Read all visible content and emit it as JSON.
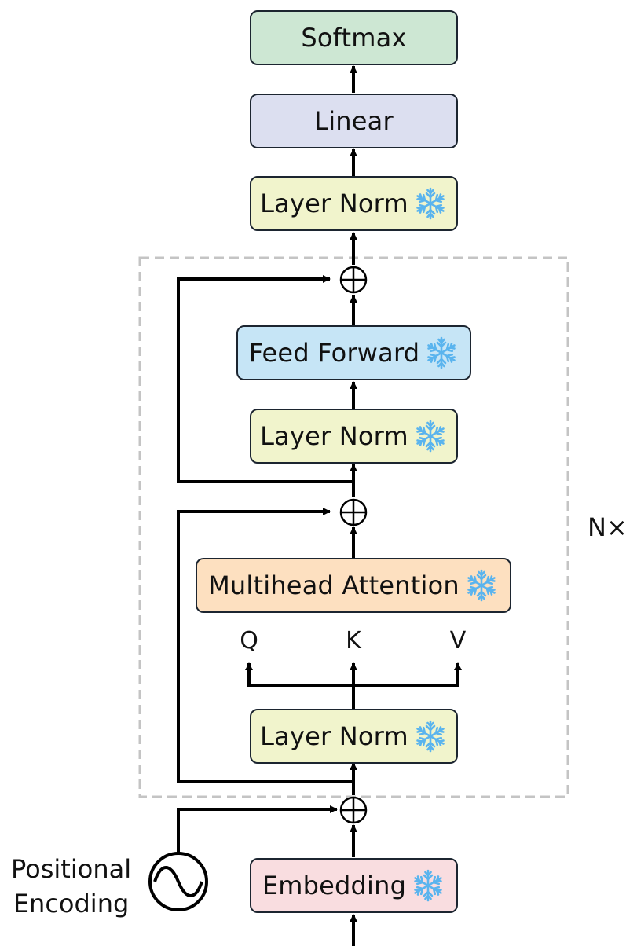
{
  "blocks": {
    "softmax": {
      "label": "Softmax",
      "color": "#cde7d3"
    },
    "linear": {
      "label": "Linear",
      "color": "#dcdff0"
    },
    "final_norm": {
      "label": "Layer Norm",
      "color": "#f1f4cc"
    },
    "feed_forward": {
      "label": "Feed Forward",
      "color": "#c6e5f6"
    },
    "ffn_norm": {
      "label": "Layer Norm",
      "color": "#f1f4cc"
    },
    "attention": {
      "label": "Multihead Attention",
      "color": "#fde0c0"
    },
    "attn_norm": {
      "label": "Layer Norm",
      "color": "#f1f4cc"
    },
    "embedding": {
      "label": "Embedding",
      "color": "#f9dde0"
    }
  },
  "qkv": {
    "q": "Q",
    "k": "K",
    "v": "V"
  },
  "repeat_label": "N×",
  "positional_encoding": [
    "Positional",
    "Encoding"
  ],
  "colors": {
    "stroke": "#000000",
    "dashed_box": "#c4c4c4",
    "snowflake": "#5ab4ee"
  },
  "icons": {
    "frozen": "snowflake-icon",
    "add": "circle-plus-icon",
    "positional": "sine-wave-circle-icon"
  }
}
